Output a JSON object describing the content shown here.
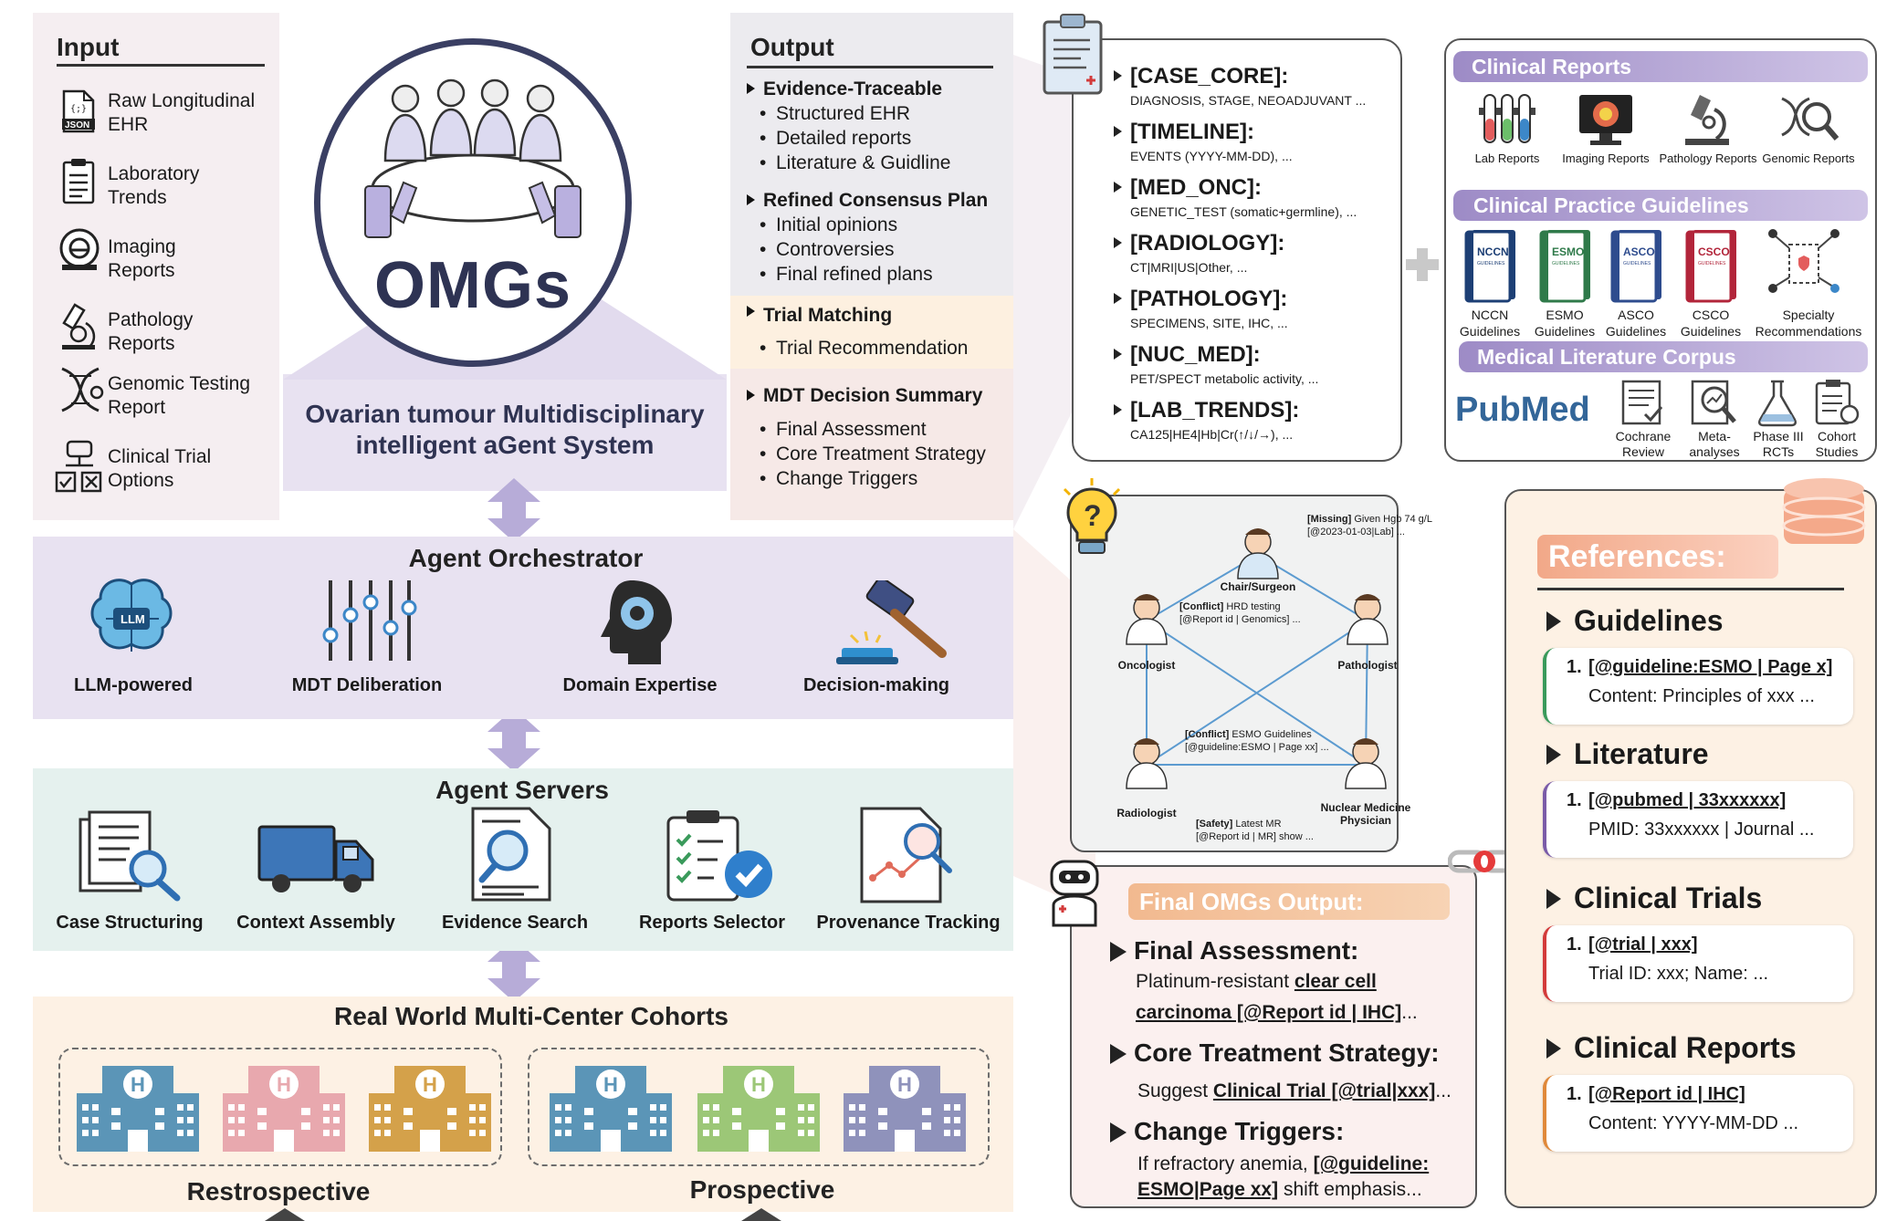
{
  "input": {
    "title": "Input",
    "items": [
      "Raw Longitudinal EHR",
      "Laboratory Trends",
      "Imaging Reports",
      "Pathology Reports",
      "Genomic Testing Report",
      "Clinical Trial Options"
    ],
    "json_label": "JSON"
  },
  "center": {
    "logo": "OMGs",
    "subtitle_line1": "Ovarian tumour Multidisciplinary",
    "subtitle_line2": "intelligent aGent System"
  },
  "output": {
    "title": "Output",
    "sections": [
      {
        "heading": "Evidence-Traceable",
        "items": [
          "Structured EHR",
          "Detailed reports",
          "Literature & Guidline"
        ]
      },
      {
        "heading": "Refined Consensus Plan",
        "items": [
          "Initial opinions",
          "Controversies",
          "Final refined plans"
        ]
      },
      {
        "heading": "Trial Matching",
        "items": [
          "Trial Recommendation"
        ]
      },
      {
        "heading": "MDT Decision Summary",
        "items": [
          "Final Assessment",
          "Core Treatment Strategy",
          "Change Triggers"
        ]
      }
    ]
  },
  "orchestrator": {
    "title": "Agent Orchestrator",
    "items": [
      "LLM-powered",
      "MDT Deliberation",
      "Domain Expertise",
      "Decision-making"
    ],
    "llm_chip": "LLM"
  },
  "servers": {
    "title": "Agent Servers",
    "items": [
      "Case Structuring",
      "Context Assembly",
      "Evidence Search",
      "Reports Selector",
      "Provenance Tracking"
    ]
  },
  "cohorts": {
    "title": "Real World Multi-Center Cohorts",
    "groups": [
      "Restrospective",
      "Prospective"
    ],
    "hospital_letter": "H"
  },
  "ehr_tags": [
    {
      "tag": "[CASE_CORE]:",
      "value": "DIAGNOSIS, STAGE, NEOADJUVANT ..."
    },
    {
      "tag": "[TIMELINE]:",
      "value": "EVENTS (YYYY-MM-DD), ..."
    },
    {
      "tag": "[MED_ONC]:",
      "value": "GENETIC_TEST (somatic+germline), ..."
    },
    {
      "tag": "[RADIOLOGY]:",
      "value": "CT|MRI|US|Other, ..."
    },
    {
      "tag": "[PATHOLOGY]:",
      "value": "SPECIMENS, SITE, IHC, ..."
    },
    {
      "tag": "[NUC_MED]:",
      "value": "PET/SPECT metabolic activity, ..."
    },
    {
      "tag": "[LAB_TRENDS]:",
      "value": "CA125|HE4|Hb|Cr(↑/↓/→), ..."
    }
  ],
  "knowledge": {
    "clinical_reports": {
      "title": "Clinical Reports",
      "items": [
        "Lab Reports",
        "Imaging Reports",
        "Pathology Reports",
        "Genomic Reports"
      ]
    },
    "guidelines": {
      "title": "Clinical Practice Guidelines",
      "items": [
        "NCCN Guidelines",
        "ESMO Guidelines",
        "ASCO Guidelines",
        "CSCO Guidelines",
        "Specialty Recommendations"
      ],
      "book_labels": [
        "NCCN",
        "ESMO",
        "ASCO",
        "CSCO"
      ],
      "book_sub": "GUIDELINES"
    },
    "literature": {
      "title": "Medical Literature Corpus",
      "pubmed": "PubMed",
      "items": [
        "Cochrane Review",
        "Meta-analyses",
        "Phase III RCTs",
        "Cohort Studies"
      ]
    }
  },
  "mdt": {
    "agents": [
      "Chair/Surgeon",
      "Oncologist",
      "Pathologist",
      "Radiologist",
      "Nuclear Medicine Physician"
    ],
    "notes": [
      {
        "tag": "[Missing]",
        "text": "Given Hgb 74 g/L",
        "ref": "[@2023-01-03|Lab] ..."
      },
      {
        "tag": "[Conflict]",
        "text": "HRD testing",
        "ref": "[@Report id | Genomics] ..."
      },
      {
        "tag": "[Conflict]",
        "text": "ESMO Guidelines",
        "ref": "[@guideline:ESMO | Page xx] ..."
      },
      {
        "tag": "[Safety]",
        "text": "Latest MR",
        "ref": "[@Report id | MR] show ..."
      }
    ]
  },
  "final_output": {
    "title": "Final OMGs Output:",
    "sections": [
      {
        "heading": "Final Assessment:",
        "line1_plain": "Platinum-resistant ",
        "line1_link": "clear cell ",
        "line2_link": "carcinoma [@Report id | IHC]",
        "line2_plain": "..."
      },
      {
        "heading": "Core Treatment Strategy:",
        "line1_plain": "Suggest ",
        "line1_link": "Clinical Trial [@trial|xxx]",
        "line1_tail": "..."
      },
      {
        "heading": "Change Triggers:",
        "line1_plain": "If refractory anemia, ",
        "line1_link": "[@guideline:",
        "line2_link": "ESMO|Page xx]",
        "line2_plain": " shift emphasis..."
      }
    ]
  },
  "references": {
    "title": "References:",
    "sections": [
      {
        "heading": "Guidelines",
        "num": "1.",
        "link": "[@guideline:ESMO | Page x]",
        "content": "Content: Principles of xxx ...",
        "color": "#3a9a5b"
      },
      {
        "heading": "Literature",
        "num": "1.",
        "link": "[@pubmed | 33xxxxxx]",
        "content": "PMID: 33xxxxxx | Journal ...",
        "color": "#7a5ba8"
      },
      {
        "heading": "Clinical Trials",
        "num": "1.",
        "link": "[@trial | xxx]",
        "content": "Trial ID: xxx; Name:  ...",
        "color": "#d33b3b"
      },
      {
        "heading": "Clinical Reports",
        "num": "1.",
        "link": "[@Report id | IHC]",
        "content": "Content: YYYY-MM-DD ...",
        "color": "#e0893a"
      }
    ]
  },
  "colors": {
    "input_bg": "#f5eef1",
    "lavender": "#e8e2f1",
    "mint": "#e5f1ee",
    "peach": "#fdf1e4",
    "purple_band": "#9e8cc6",
    "orange_band": "#f2b98f"
  }
}
